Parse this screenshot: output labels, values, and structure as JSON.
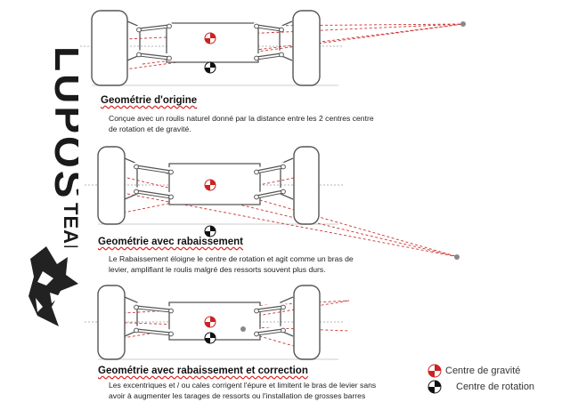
{
  "brand": {
    "logo_text": "TEAM LUPOS"
  },
  "sections": [
    {
      "title": "Geométrie d'origine",
      "body": "Conçue avec un roulis naturel donné par la distance entre les 2 centres centre de rotation et de gravité."
    },
    {
      "title": "Geométrie avec rabaissement",
      "body": "Le Rabaissement éloigne le centre de rotation et agit comme un bras de levier, amplifiant le roulis malgré des ressorts souvent plus durs."
    },
    {
      "title": "Geométrie avec rabaissement et correction",
      "body": "Les excentriques et / ou cales corrigent l'épure et limitent le bras de levier sans avoir à augmenter les tarages de ressorts ou l'installation de grosses barres"
    }
  ],
  "legend": {
    "gravity": "Centre de gravité",
    "rotation": "Centre de rotation"
  },
  "colors": {
    "line": "#555555",
    "construction": "#cc3333",
    "gravity_marker": "#cc2222",
    "rotation_marker": "#111111"
  }
}
